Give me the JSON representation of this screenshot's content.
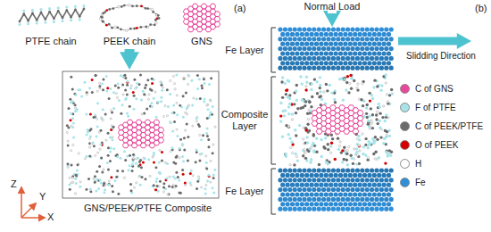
{
  "diagram": {
    "labels": [
      "PTFE chain",
      "PEEK chain",
      "GNS",
      "GNS/PEEK/PTFE Composite",
      "Z",
      "Y",
      "X",
      "(a)",
      "Normal Load",
      "(b)",
      "Fe Layer",
      "Composite Layer",
      "Fe Layer",
      "Slidding Direction"
    ],
    "legend": [
      {
        "text": "C of GNS",
        "color": "#e8489b"
      },
      {
        "text": "F of PTFE",
        "color": "#a6e4ea"
      },
      {
        "text": "C of PEEK/PTFE",
        "color": "#6b6b6b"
      },
      {
        "text": "O of PEEK",
        "color": "#d40000"
      },
      {
        "text": "H",
        "color": "#ffffff"
      },
      {
        "text": "Fe",
        "color": "#2f8fd8"
      }
    ]
  }
}
